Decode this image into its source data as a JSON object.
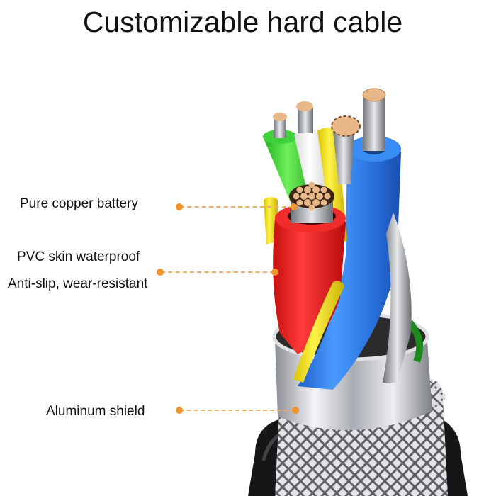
{
  "title": "Customizable hard cable",
  "callouts": [
    {
      "label": "Pure copper battery",
      "target": "copper-conductor"
    },
    {
      "label": "PVC skin waterproof",
      "label2": "Anti-slip, wear-resistant",
      "target": "pvc-insulation"
    },
    {
      "label": "Aluminum shield",
      "target": "aluminum-shield"
    }
  ],
  "colors": {
    "accent_dot": "#f0932b",
    "dash_line": "#e8b06a",
    "wire_green": "#3fd13a",
    "wire_white": "#f2f2f2",
    "wire_yellow": "#f5e21c",
    "wire_red": "#ee1f1f",
    "wire_blue": "#2f7fe6",
    "copper": "#e9b889",
    "jacket": "#1a1a1a",
    "shield": "#c9ccd0"
  }
}
